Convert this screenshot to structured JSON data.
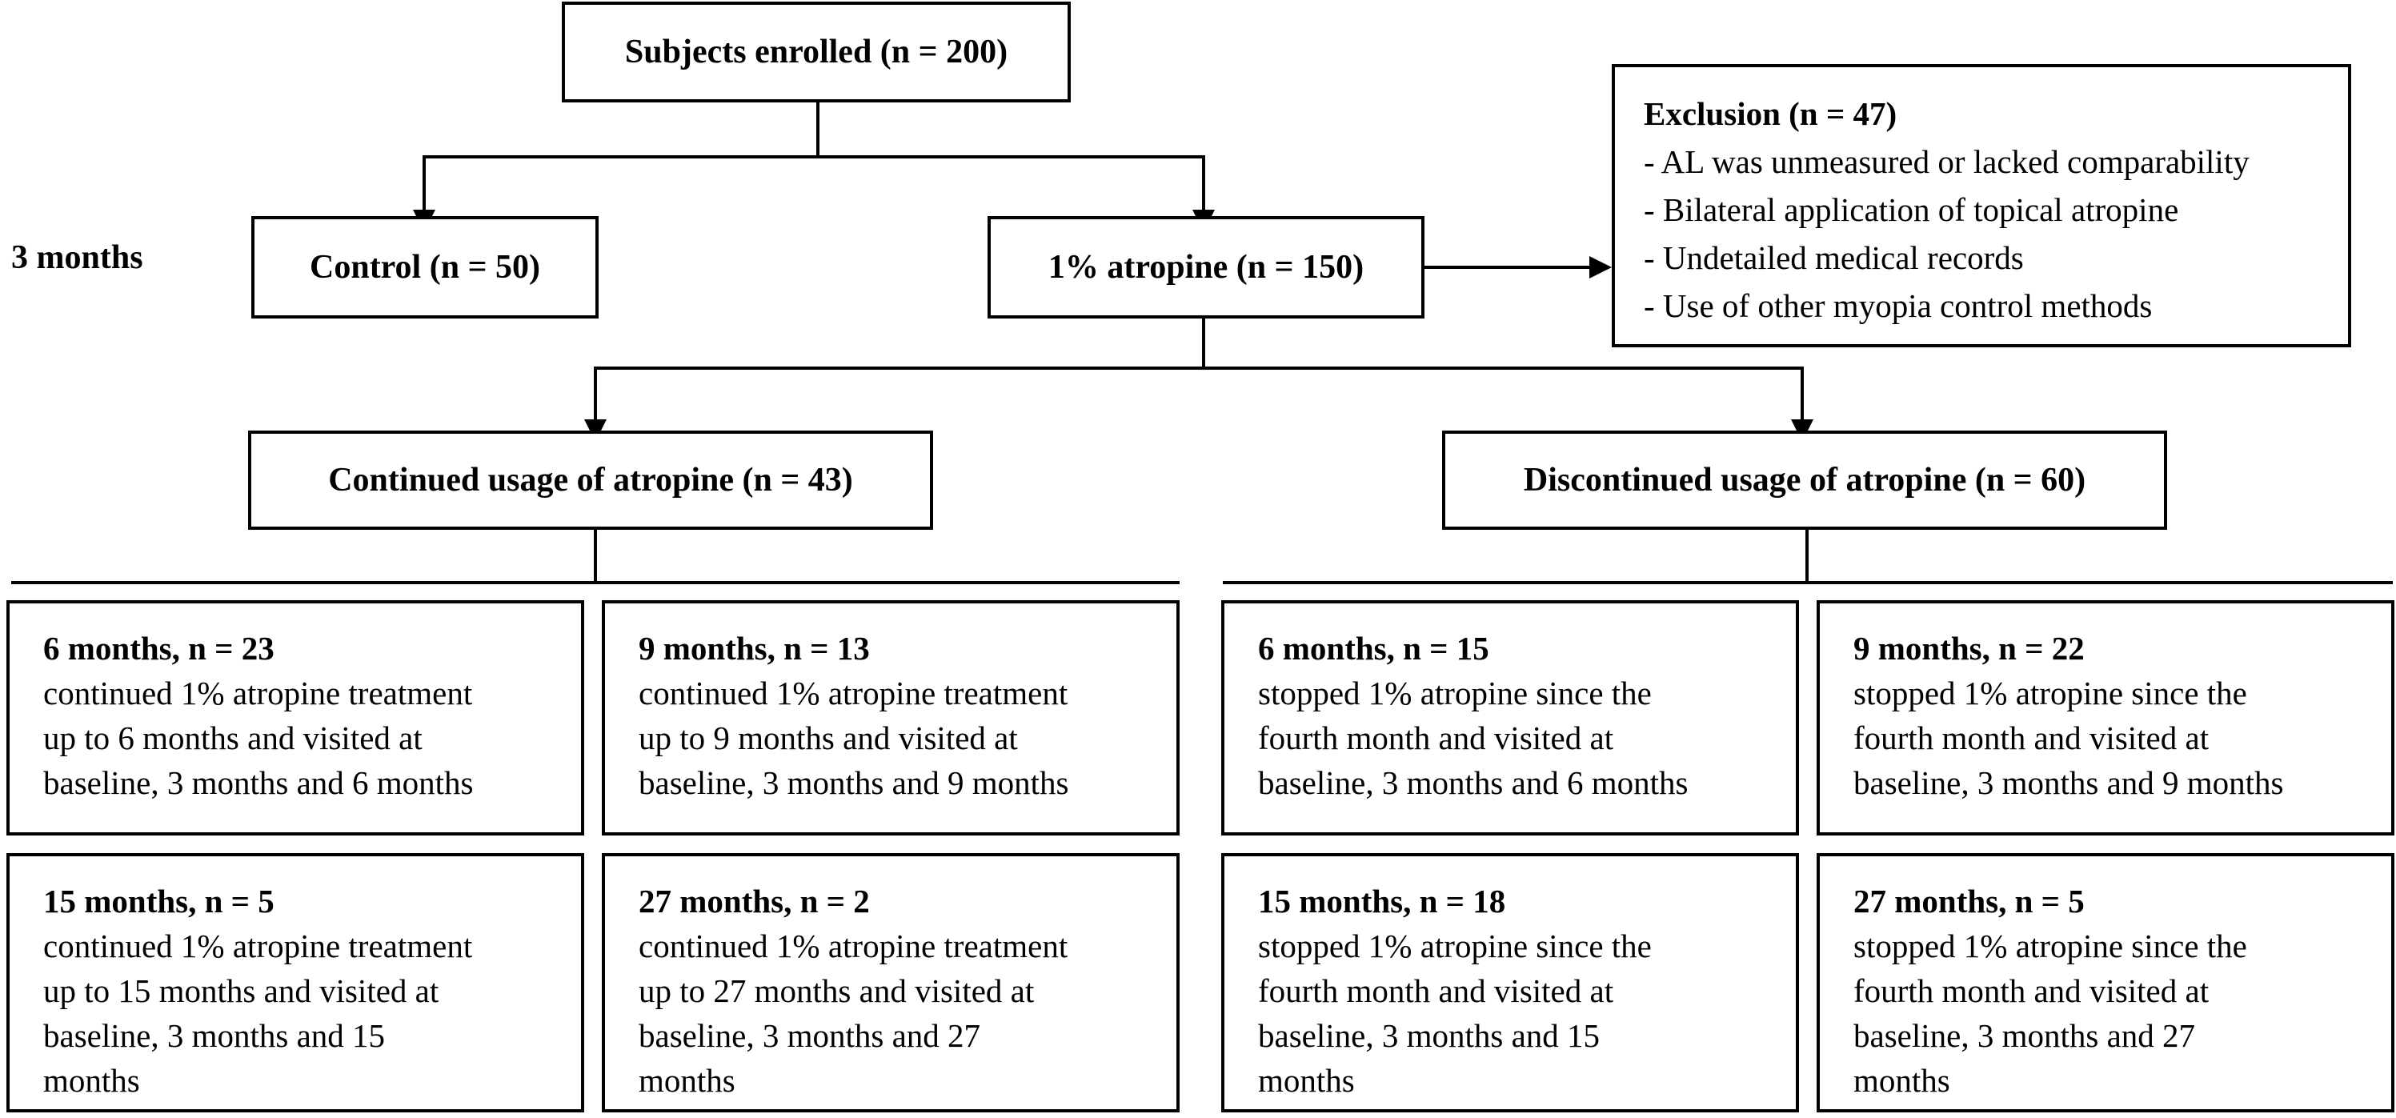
{
  "side_label": "3 months",
  "nodes": {
    "enrolled": "Subjects enrolled (n = 200)",
    "control": "Control (n = 50)",
    "atropine": "1% atropine (n = 150)",
    "continued": "Continued usage of atropine (n = 43)",
    "discontinued": "Discontinued usage of atropine (n = 60)"
  },
  "exclusion": {
    "title": "Exclusion (n = 47)",
    "items": [
      "- AL was unmeasured or lacked comparability",
      "- Bilateral application of topical atropine",
      "- Undetailed medical records",
      "- Use of other myopia control methods"
    ]
  },
  "continued_groups": [
    {
      "title": "6 months, n = 23",
      "text": "continued 1% atropine treatment\nup to 6 months and visited at\nbaseline, 3 months and 6 months"
    },
    {
      "title": "9 months, n = 13",
      "text": "continued 1% atropine treatment\nup to 9 months and visited at\nbaseline, 3 months and 9 months"
    },
    {
      "title": "15 months, n = 5",
      "text": "continued 1% atropine treatment\nup to 15 months and visited at\nbaseline, 3 months and 15\nmonths"
    },
    {
      "title": "27 months, n = 2",
      "text": "continued 1% atropine treatment\nup to 27 months and visited at\nbaseline, 3 months and 27\nmonths"
    }
  ],
  "discontinued_groups": [
    {
      "title": "6 months, n = 15",
      "text": "stopped 1% atropine since the\nfourth month and visited at\nbaseline, 3 months and 6 months"
    },
    {
      "title": "9 months, n = 22",
      "text": "stopped 1% atropine since the\nfourth month and visited at\nbaseline, 3 months and 9 months"
    },
    {
      "title": "15 months, n = 18",
      "text": "stopped 1% atropine since the\nfourth month and visited at\nbaseline, 3 months and 15\nmonths"
    },
    {
      "title": "27 months, n = 5",
      "text": "stopped 1% atropine since the\nfourth month and visited at\nbaseline, 3 months and 27\nmonths"
    }
  ]
}
